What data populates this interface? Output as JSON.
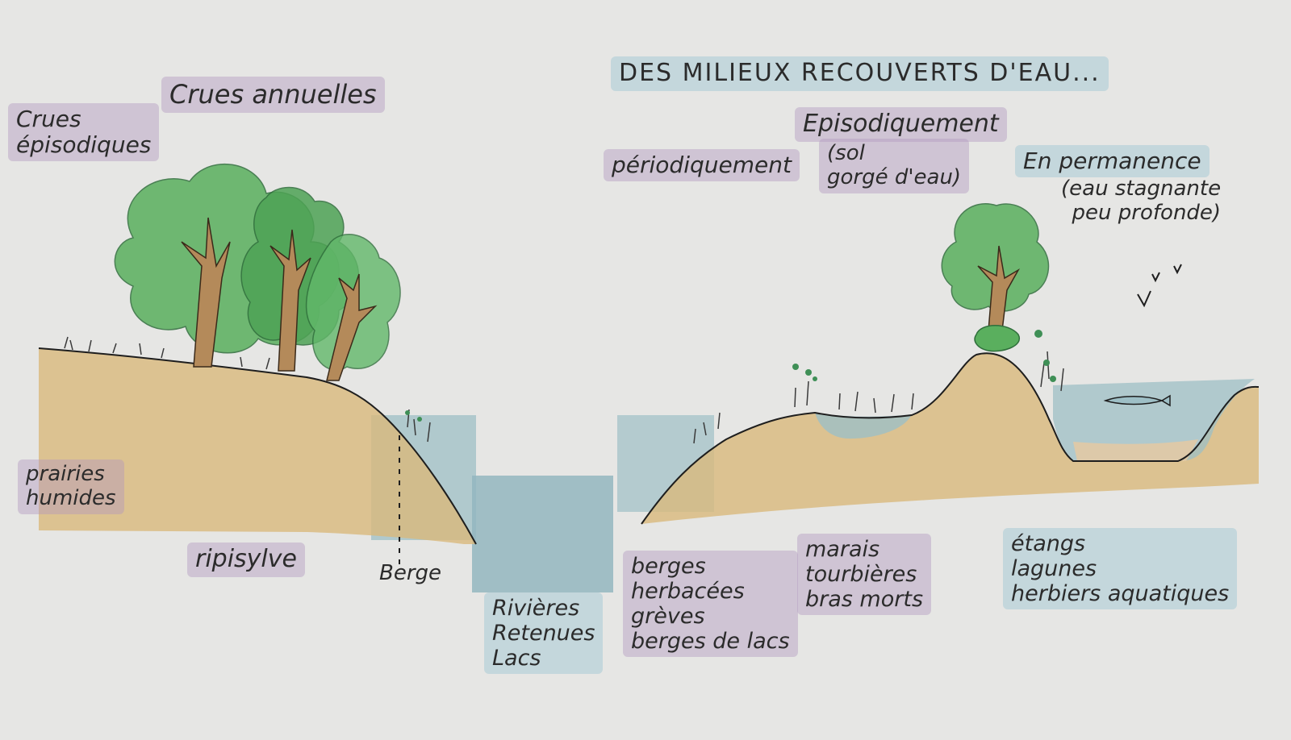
{
  "title": "DES MILIEUX RECOUVERTS D'EAU...",
  "flood_labels": {
    "crues_annuelles": "Crues annuelles",
    "crues_episodiques": [
      "Crues",
      "épisodiques"
    ]
  },
  "water_regime": {
    "periodiquement": "périodiquement",
    "episodiquement": "Episodiquement",
    "episodiquement_note": [
      "(sol",
      "gorgé d'eau)"
    ],
    "en_permanence": "En permanence",
    "en_permanence_note": [
      "(eau stagnante",
      "peu profonde)"
    ]
  },
  "habitats": {
    "prairies": [
      "prairies",
      "humides"
    ],
    "ripisylve": "ripisylve",
    "berge": "Berge",
    "rivieres": [
      "Rivières",
      "Retenues",
      "Lacs"
    ],
    "berges": [
      "berges",
      "herbacées",
      "grèves",
      "berges de lacs"
    ],
    "marais": [
      "marais",
      "tourbières",
      "bras morts"
    ],
    "etangs": [
      "étangs",
      "lagunes",
      "herbiers aquatiques"
    ]
  },
  "colors": {
    "paper": "#e6e6e4",
    "soil": "#d9b97c",
    "water": "#9ebfc6",
    "tree": "#5aaf5e",
    "trunk": "#b48a5a",
    "purple_wash": "#b096be",
    "blue_wash": "#96c3d2"
  }
}
